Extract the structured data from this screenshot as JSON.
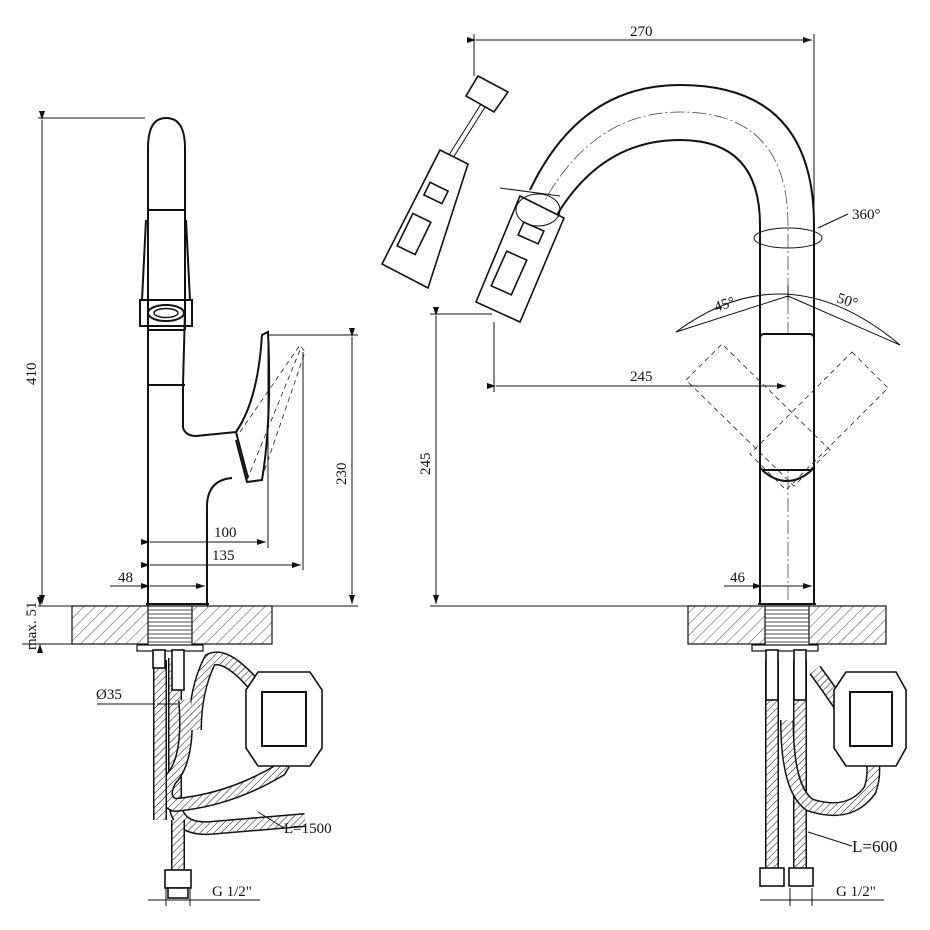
{
  "side_view": {
    "height_total": "410",
    "lever_height": "230",
    "lever_reach": "100",
    "handle_reach": "135",
    "body_diameter": "48",
    "max_thickness": "max. 51",
    "hole_diameter": "Ø35",
    "hose_length": "L=1500",
    "thread": "G 1/2\""
  },
  "front_view": {
    "width_total": "270",
    "rotation": "360°",
    "angle_left": "45°",
    "angle_right": "50°",
    "spout_reach": "245",
    "spout_height": "245",
    "body_diameter": "46",
    "hose_length": "L=600",
    "thread": "G 1/2\""
  }
}
